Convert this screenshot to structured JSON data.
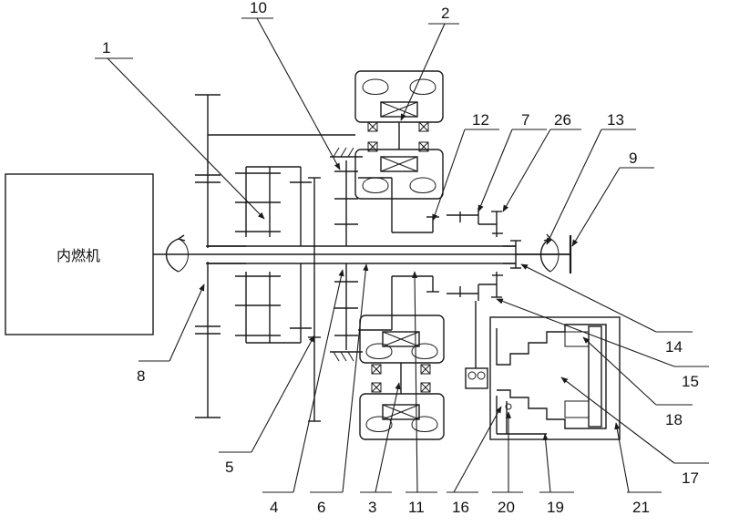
{
  "title": "Hybrid power transmission schematic",
  "engine": {
    "label": "内燃机"
  },
  "callouts": {
    "c1": "1",
    "c2": "2",
    "c3": "3",
    "c4": "4",
    "c5": "5",
    "c6": "6",
    "c7": "7",
    "c8": "8",
    "c9": "9",
    "c10": "10",
    "c11": "11",
    "c12": "12",
    "c13": "13",
    "c14": "14",
    "c15": "15",
    "c16": "16",
    "c17": "17",
    "c18": "18",
    "c19": "19",
    "c20": "20",
    "c21": "21",
    "c26": "26"
  },
  "colors": {
    "line": "#1a1a1a",
    "background": "#ffffff"
  }
}
